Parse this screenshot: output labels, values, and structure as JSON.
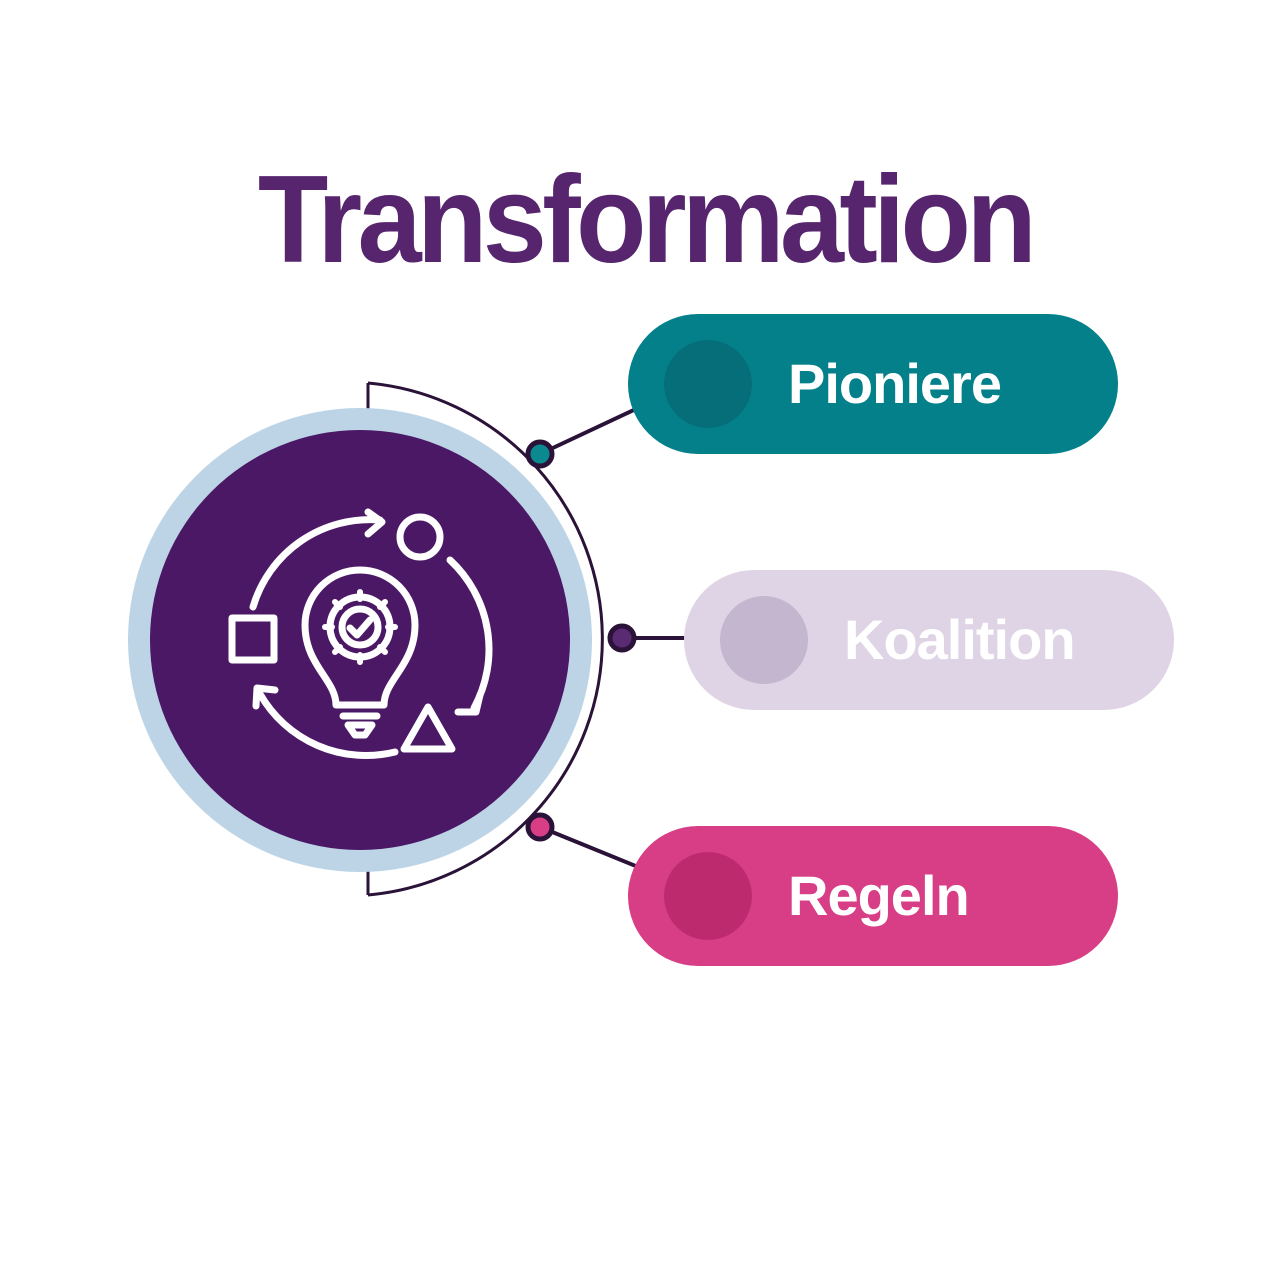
{
  "title": "Transformation",
  "center": {
    "icon": "lightbulb-gear-cycle-icon",
    "ring_color": "#bcd4e6",
    "fill_color": "#4b1866"
  },
  "items": [
    {
      "label": "Pioniere",
      "color": "#04808a",
      "dot_color": "#066e78",
      "node_color": "#0a8a90"
    },
    {
      "label": "Koalition",
      "color": "#dfd4e5",
      "dot_color": "#c5b6cf",
      "node_color": "#5a2a73"
    },
    {
      "label": "Regeln",
      "color": "#d73e86",
      "dot_color": "#bd2b6e",
      "node_color": "#d73e86"
    }
  ],
  "colors": {
    "title": "#56256e",
    "connector": "#2a1238"
  }
}
